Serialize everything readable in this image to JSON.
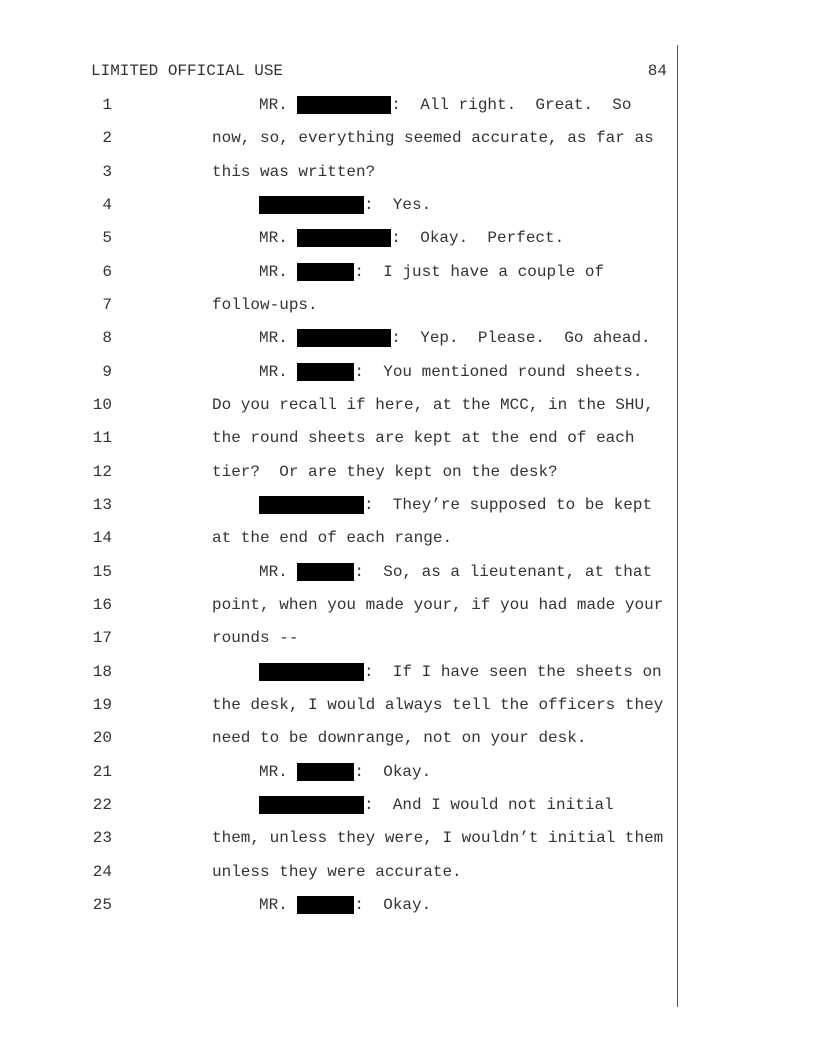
{
  "header": {
    "title": "LIMITED OFFICIAL USE",
    "page_number": "84"
  },
  "lines": [
    {
      "n": "1",
      "indent": true,
      "prefix": "MR. ",
      "redact": "long",
      "text": ":  All right.  Great.  So"
    },
    {
      "n": "2",
      "indent": false,
      "prefix": "",
      "redact": "",
      "text": "now, so, everything seemed accurate, as far as"
    },
    {
      "n": "3",
      "indent": false,
      "prefix": "",
      "redact": "",
      "text": "this was written?"
    },
    {
      "n": "4",
      "indent": true,
      "prefix": "",
      "redact": "name",
      "text": ":  Yes."
    },
    {
      "n": "5",
      "indent": true,
      "prefix": "MR. ",
      "redact": "long",
      "text": ":  Okay.  Perfect."
    },
    {
      "n": "6",
      "indent": true,
      "prefix": "MR. ",
      "redact": "short",
      "text": ":  I just have a couple of"
    },
    {
      "n": "7",
      "indent": false,
      "prefix": "",
      "redact": "",
      "text": "follow-ups."
    },
    {
      "n": "8",
      "indent": true,
      "prefix": "MR. ",
      "redact": "long",
      "text": ":  Yep.  Please.  Go ahead."
    },
    {
      "n": "9",
      "indent": true,
      "prefix": "MR. ",
      "redact": "short",
      "text": ":  You mentioned round sheets."
    },
    {
      "n": "10",
      "indent": false,
      "prefix": "",
      "redact": "",
      "text": "Do you recall if here, at the MCC, in the SHU,"
    },
    {
      "n": "11",
      "indent": false,
      "prefix": "",
      "redact": "",
      "text": "the round sheets are kept at the end of each"
    },
    {
      "n": "12",
      "indent": false,
      "prefix": "",
      "redact": "",
      "text": "tier?  Or are they kept on the desk?"
    },
    {
      "n": "13",
      "indent": true,
      "prefix": "",
      "redact": "name",
      "text": ":  They’re supposed to be kept"
    },
    {
      "n": "14",
      "indent": false,
      "prefix": "",
      "redact": "",
      "text": "at the end of each range."
    },
    {
      "n": "15",
      "indent": true,
      "prefix": "MR. ",
      "redact": "short",
      "text": ":  So, as a lieutenant, at that"
    },
    {
      "n": "16",
      "indent": false,
      "prefix": "",
      "redact": "",
      "text": "point, when you made your, if you had made your"
    },
    {
      "n": "17",
      "indent": false,
      "prefix": "",
      "redact": "",
      "text": "rounds --"
    },
    {
      "n": "18",
      "indent": true,
      "prefix": "",
      "redact": "name",
      "text": ":  If I have seen the sheets on"
    },
    {
      "n": "19",
      "indent": false,
      "prefix": "",
      "redact": "",
      "text": "the desk, I would always tell the officers they"
    },
    {
      "n": "20",
      "indent": false,
      "prefix": "",
      "redact": "",
      "text": "need to be downrange, not on your desk."
    },
    {
      "n": "21",
      "indent": true,
      "prefix": "MR. ",
      "redact": "short",
      "text": ":  Okay."
    },
    {
      "n": "22",
      "indent": true,
      "prefix": "",
      "redact": "name",
      "text": ":  And I would not initial"
    },
    {
      "n": "23",
      "indent": false,
      "prefix": "",
      "redact": "",
      "text": "them, unless they were, I wouldn’t initial them"
    },
    {
      "n": "24",
      "indent": false,
      "prefix": "",
      "redact": "",
      "text": "unless they were accurate."
    },
    {
      "n": "25",
      "indent": true,
      "prefix": "MR. ",
      "redact": "short",
      "text": ":  Okay."
    }
  ]
}
